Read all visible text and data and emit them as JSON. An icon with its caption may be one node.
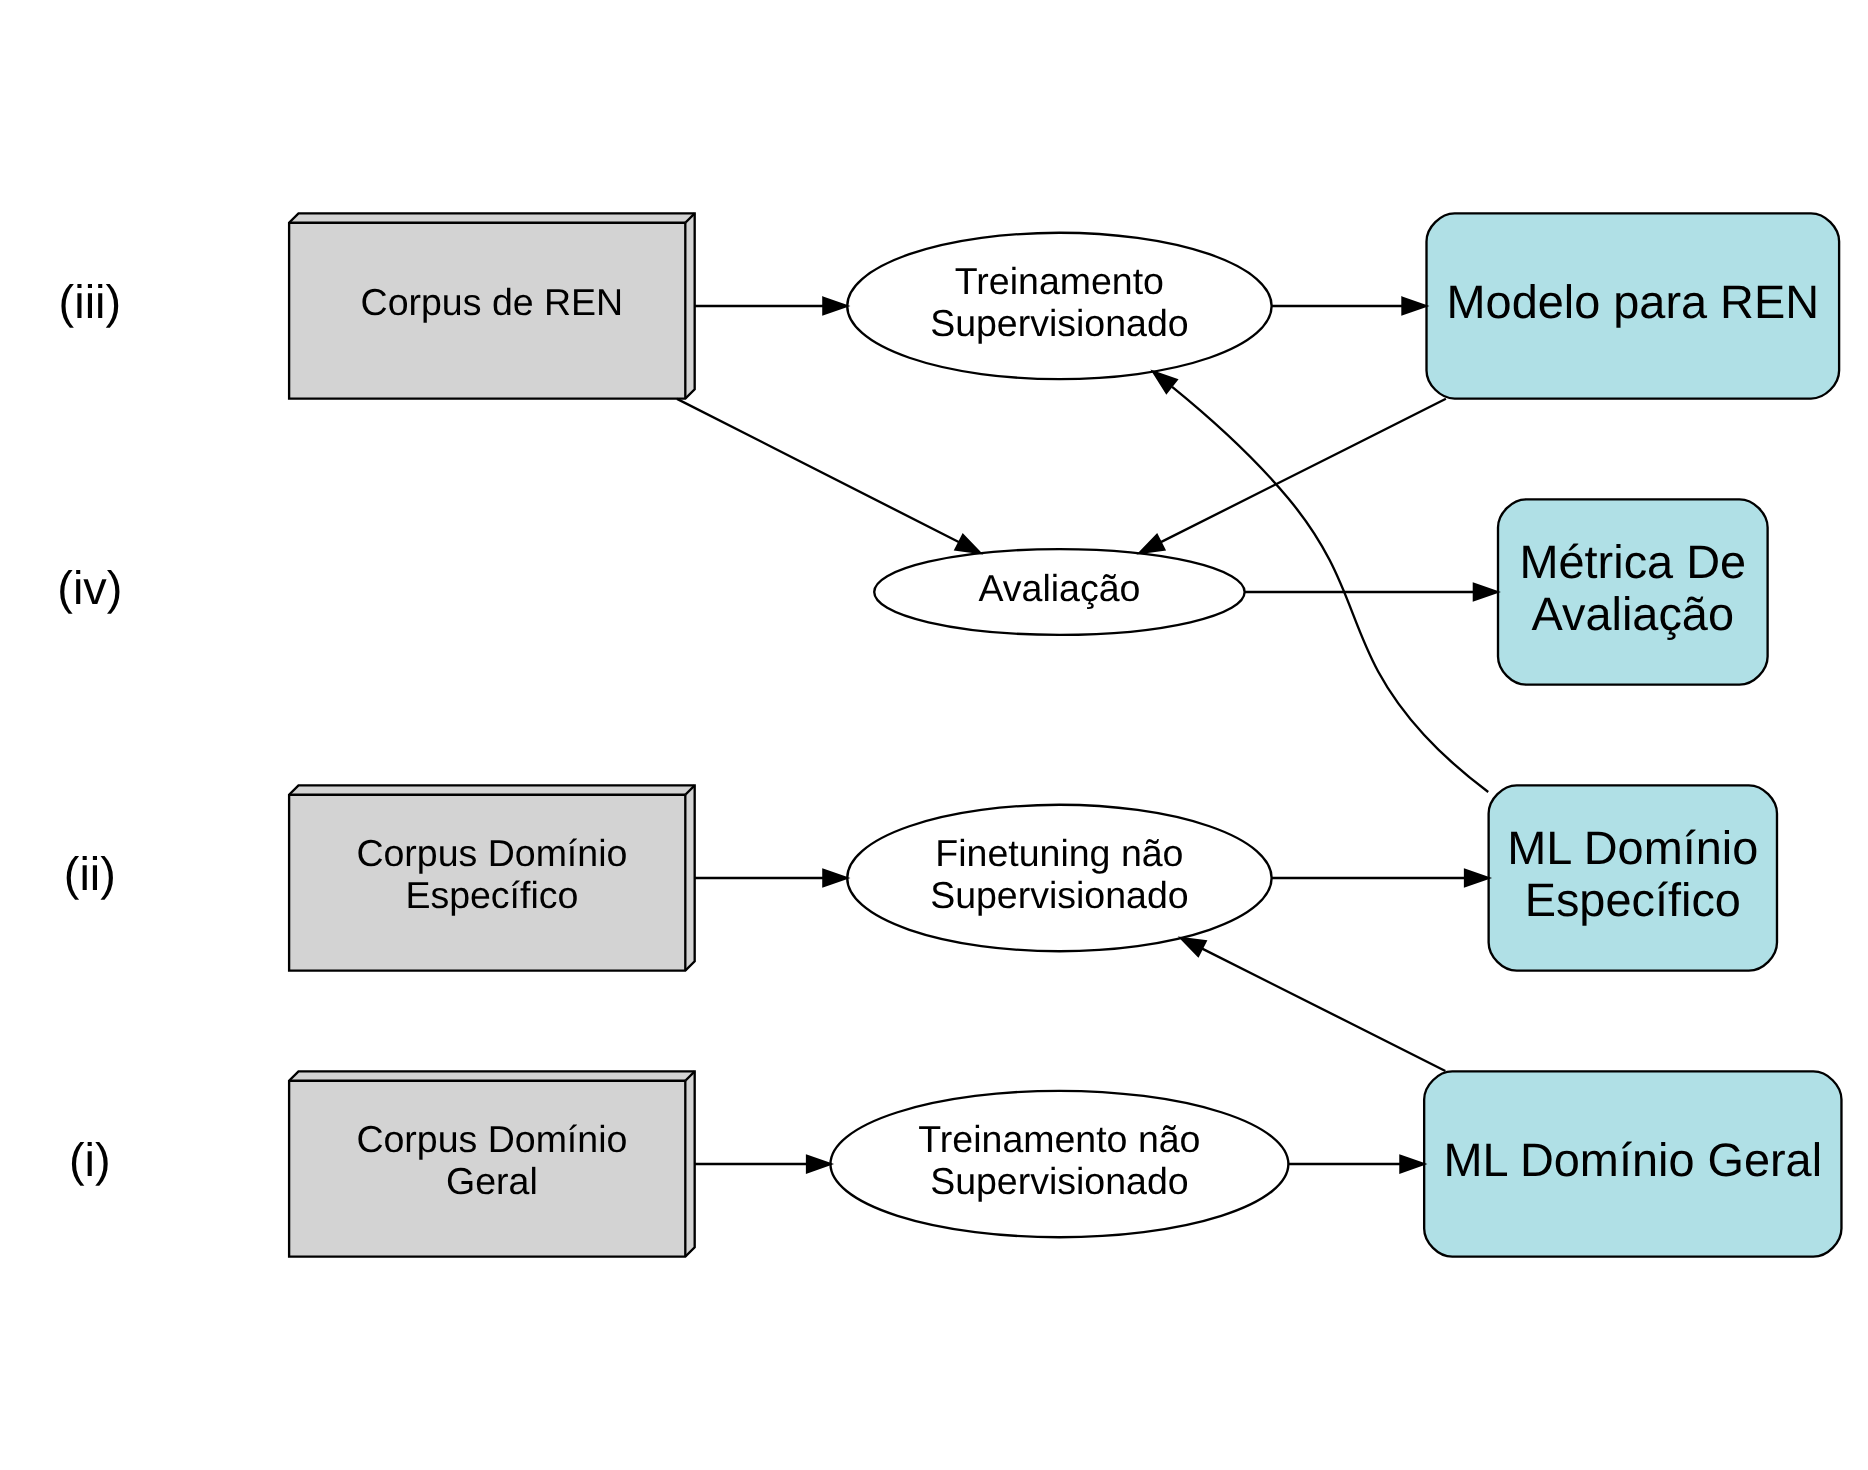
{
  "diagram": {
    "nodes": [
      {
        "text": [
          "Corpus Domínio Geral"
        ]
      },
      {
        "text": [
          "Treinamento não Supervisionado"
        ]
      },
      {
        "text": [
          "ML Domínio Geral"
        ]
      },
      {
        "text": [
          "Corpus Domínio Específico"
        ]
      },
      {
        "text": [
          "Finetuning não Supervisionado"
        ]
      },
      {
        "text": [
          "ML Domínio Específico"
        ]
      },
      {
        "text": [
          "Corpus de REN"
        ]
      },
      {
        "text": [
          "Treinamento Supervisionado"
        ]
      },
      {
        "text": [
          "Modelo para REN"
        ]
      },
      {
        "text": [
          "Avaliação"
        ]
      },
      {
        "text": [
          "Métrica De Avaliação"
        ]
      }
    ],
    "edges": [
      {
        "from": 0,
        "to": 1,
        "arrow": "to"
      },
      {
        "from": 1,
        "to": 2,
        "arrow": "to"
      },
      {
        "from": 2,
        "to": 4,
        "arrow": "to"
      },
      {
        "from": 3,
        "to": 4,
        "arrow": "to"
      },
      {
        "from": 4,
        "to": 5,
        "arrow": "to"
      },
      {
        "from": 5,
        "to": 7,
        "arrow": "to"
      },
      {
        "from": 6,
        "to": 7,
        "arrow": "to"
      },
      {
        "from": 7,
        "to": 8,
        "arrow": "to"
      },
      {
        "from": 8,
        "to": 9,
        "arrow": "to"
      },
      {
        "from": 6,
        "to": 9,
        "arrow": "to"
      },
      {
        "from": 9,
        "to": 10,
        "arrow": "to"
      }
    ],
    "labels": [
      "(i)",
      "(ii)",
      "(iii)",
      "(iv)"
    ]
  }
}
